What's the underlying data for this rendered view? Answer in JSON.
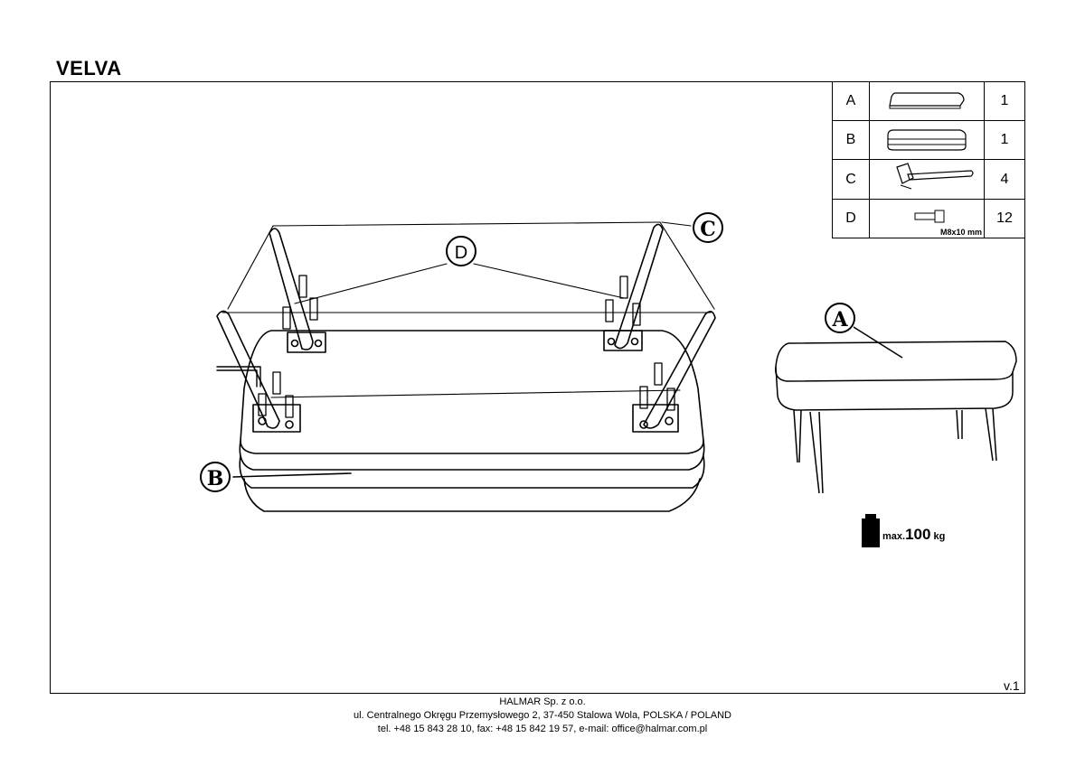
{
  "header": {
    "title": "VELVA"
  },
  "parts": [
    {
      "letter": "A",
      "icon": "seat-cushion-icon",
      "qty": "1"
    },
    {
      "letter": "B",
      "icon": "bench-base-icon",
      "qty": "1"
    },
    {
      "letter": "C",
      "icon": "leg-with-plate-icon",
      "qty": "4"
    },
    {
      "letter": "D",
      "icon": "bolt-icon",
      "qty": "12",
      "dimension": "M8x10 mm"
    }
  ],
  "diagram": {
    "callouts": {
      "c": "C",
      "d": "D",
      "b": "B",
      "a": "A"
    }
  },
  "max_load": {
    "prefix": "max.",
    "value": "100",
    "unit": "kg"
  },
  "version": "v.1",
  "footer": {
    "company": "HALMAR Sp. z o.o.",
    "address": "ul. Centralnego Okręgu Przemysłowego 2, 37-450 Stalowa Wola, POLSKA / POLAND",
    "contact": "tel. +48 15 843 28 10, fax: +48 15 842 19 57, e-mail: office@halmar.com.pl"
  }
}
